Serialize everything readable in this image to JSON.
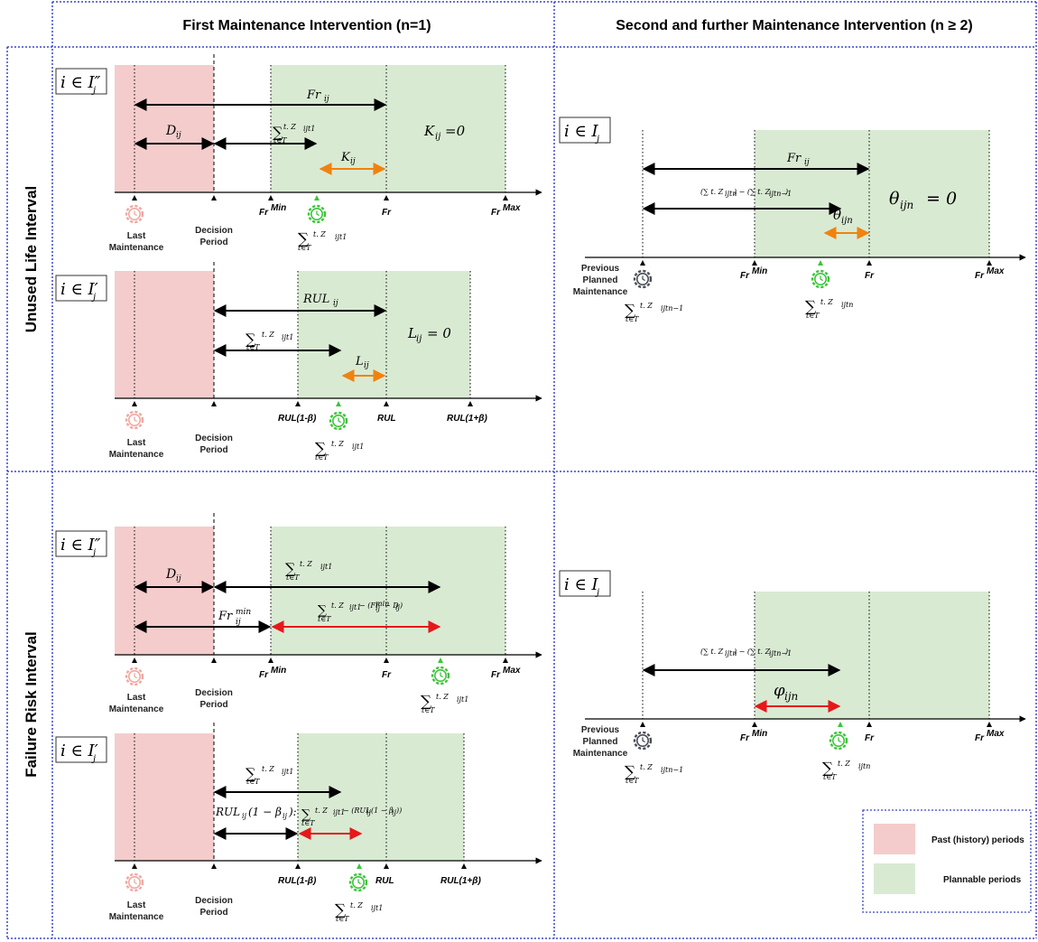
{
  "headers": {
    "col1": "First Maintenance Intervention (n=1)",
    "col2": "Second and further Maintenance Intervention (n ≥ 2)"
  },
  "row_labels": {
    "row1": "Unused Life Interval",
    "row2": "Failure Risk Interval"
  },
  "tick_labels": {
    "fr_min": "Fr",
    "fr_min_sup": "Min",
    "fr": "Fr",
    "fr_max": "Fr",
    "fr_max_sup": "Max",
    "rul_low": "RUL(1-β)",
    "rul": "RUL",
    "rul_high": "RUL(1+β)"
  },
  "captions": {
    "last_maintenance_1": "Last",
    "last_maintenance_2": "Maintenance",
    "decision_period_1": "Decision",
    "decision_period_2": "Period",
    "previous_1": "Previous",
    "previous_2": "Planned",
    "previous_3": "Maintenance"
  },
  "set_labels": {
    "i_dprime": "i ∈ I″",
    "i_prime": "i ∈ I′",
    "i_j": "i ∈ I",
    "sub_j": "j"
  },
  "math": {
    "fr_ij": "Fr",
    "d_ij": "D",
    "k_ij_zero": "K",
    "k_ij": "K",
    "rul_ij": "RUL",
    "l_ij_zero": "L",
    "l_ij": "L",
    "theta_ijn_zero": "θ",
    "theta_ijn": "θ",
    "phi_ijn": "φ",
    "fr_ij_min": "Fr",
    "sum_t_z_ijt1": "t. Z",
    "equals_zero": "=0",
    "equals_zero_spaced": "= 0"
  },
  "legend": {
    "past": "Past (history) periods",
    "plannable": "Plannable periods"
  },
  "colors": {
    "past": "#f4cccc",
    "plannable": "#d9ead3",
    "border": "#3b47c9",
    "arrow_orange": "#f0820f",
    "arrow_red": "#e6181a",
    "gear_green": "#3cc43a",
    "gear_pink": "#f0a8a0",
    "gear_dark": "#4a4e57"
  }
}
